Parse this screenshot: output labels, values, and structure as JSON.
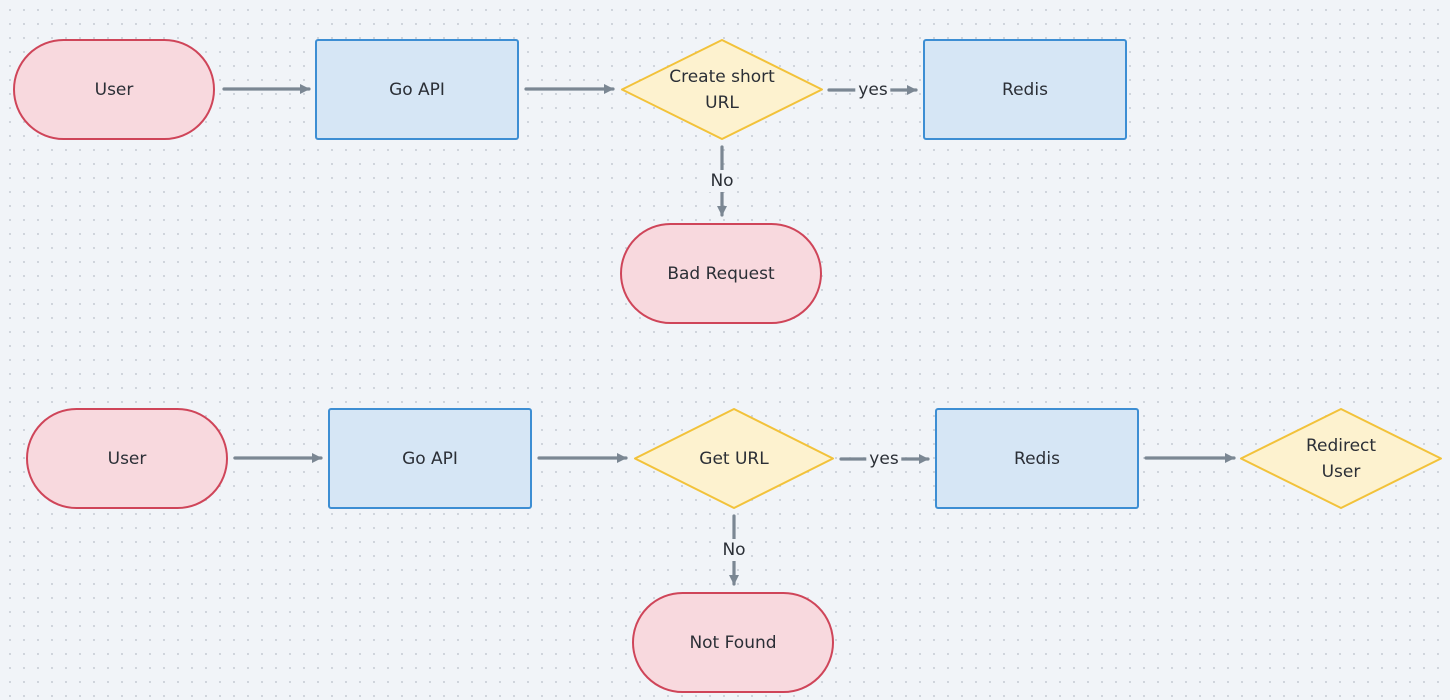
{
  "diagram": {
    "colors": {
      "terminal_fill": "#f8d9de",
      "terminal_stroke": "#cf4559",
      "process_fill": "#d6e6f5",
      "process_stroke": "#3d8ed3",
      "decision_fill": "#fdf2cf",
      "decision_stroke": "#f2c23a",
      "edge": "#7b8793",
      "background": "#f1f4f8"
    },
    "flows": [
      {
        "nodes": [
          {
            "id": "user-1",
            "type": "terminal",
            "label": "User"
          },
          {
            "id": "go-api-1",
            "type": "process",
            "label": "Go API"
          },
          {
            "id": "create-short-url",
            "type": "decision",
            "label": "Create short\nURL"
          },
          {
            "id": "redis-1",
            "type": "process",
            "label": "Redis"
          },
          {
            "id": "bad-request",
            "type": "terminal",
            "label": "Bad Request"
          }
        ],
        "edges": [
          {
            "from": "user-1",
            "to": "go-api-1",
            "label": ""
          },
          {
            "from": "go-api-1",
            "to": "create-short-url",
            "label": ""
          },
          {
            "from": "create-short-url",
            "to": "redis-1",
            "label": "yes"
          },
          {
            "from": "create-short-url",
            "to": "bad-request",
            "label": "No"
          }
        ]
      },
      {
        "nodes": [
          {
            "id": "user-2",
            "type": "terminal",
            "label": "User"
          },
          {
            "id": "go-api-2",
            "type": "process",
            "label": "Go API"
          },
          {
            "id": "get-url",
            "type": "decision",
            "label": "Get URL"
          },
          {
            "id": "redis-2",
            "type": "process",
            "label": "Redis"
          },
          {
            "id": "redirect-user",
            "type": "decision",
            "label": "Redirect\nUser"
          },
          {
            "id": "not-found",
            "type": "terminal",
            "label": "Not Found"
          }
        ],
        "edges": [
          {
            "from": "user-2",
            "to": "go-api-2",
            "label": ""
          },
          {
            "from": "go-api-2",
            "to": "get-url",
            "label": ""
          },
          {
            "from": "get-url",
            "to": "redis-2",
            "label": "yes"
          },
          {
            "from": "redis-2",
            "to": "redirect-user",
            "label": ""
          },
          {
            "from": "get-url",
            "to": "not-found",
            "label": "No"
          }
        ]
      }
    ]
  }
}
